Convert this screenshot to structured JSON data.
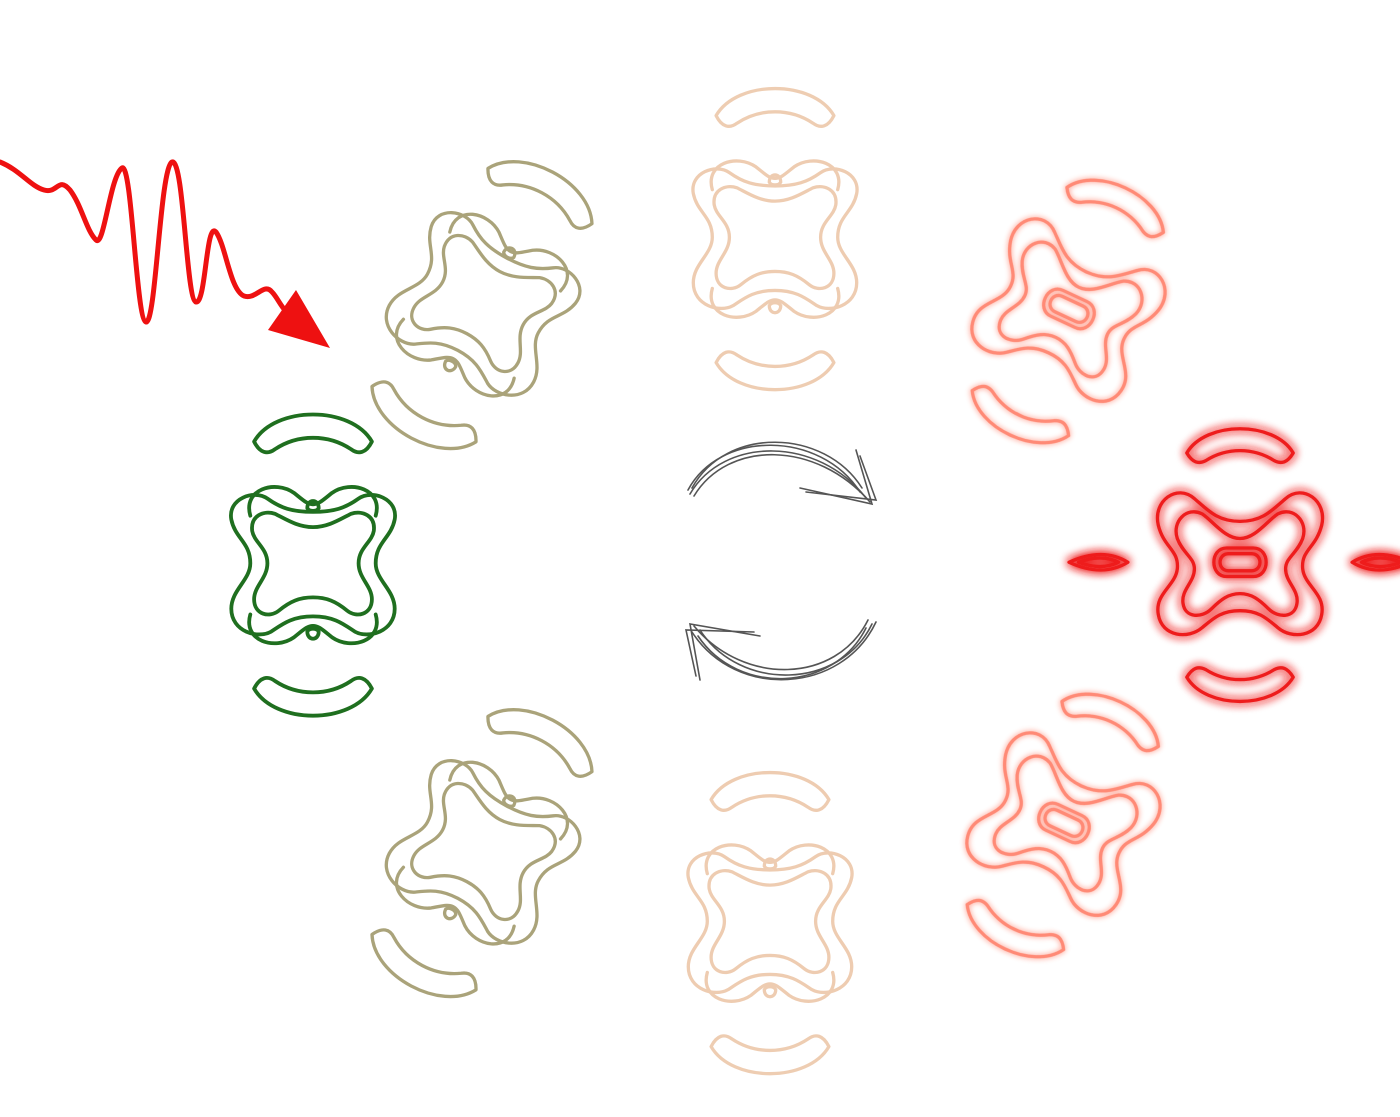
{
  "figure": {
    "incoming_pulse": {
      "name": "incoming-light-pulse",
      "color": "#ee1111"
    },
    "cycle_arrows": {
      "name": "rotation-cycle-arrows",
      "color": "#555555"
    },
    "molecules": [
      {
        "name": "ground-state-molecule",
        "color": "#1f6f1f",
        "opacity": 1,
        "glow": false,
        "style": "plain"
      },
      {
        "name": "tilted-molecule-upper",
        "color": "#9c9463",
        "opacity": 0.85,
        "glow": false,
        "style": "plain"
      },
      {
        "name": "tilted-molecule-lower",
        "color": "#9c9463",
        "opacity": 0.85,
        "glow": false,
        "style": "plain"
      },
      {
        "name": "faded-molecule-upper",
        "color": "#e3ab7e",
        "opacity": 0.6,
        "glow": false,
        "style": "plain"
      },
      {
        "name": "faded-molecule-lower",
        "color": "#e3ab7e",
        "opacity": 0.6,
        "glow": false,
        "style": "plain"
      },
      {
        "name": "excited-molecule-upper",
        "color": "#ff5a3c",
        "opacity": 0.7,
        "glow": true,
        "style": "excited"
      },
      {
        "name": "excited-molecule-lower",
        "color": "#ff5a3c",
        "opacity": 0.7,
        "glow": true,
        "style": "excited"
      },
      {
        "name": "excited-molecule-emitting",
        "color": "#ee1a1a",
        "opacity": 1,
        "glow": true,
        "style": "excited-lobes"
      }
    ]
  }
}
